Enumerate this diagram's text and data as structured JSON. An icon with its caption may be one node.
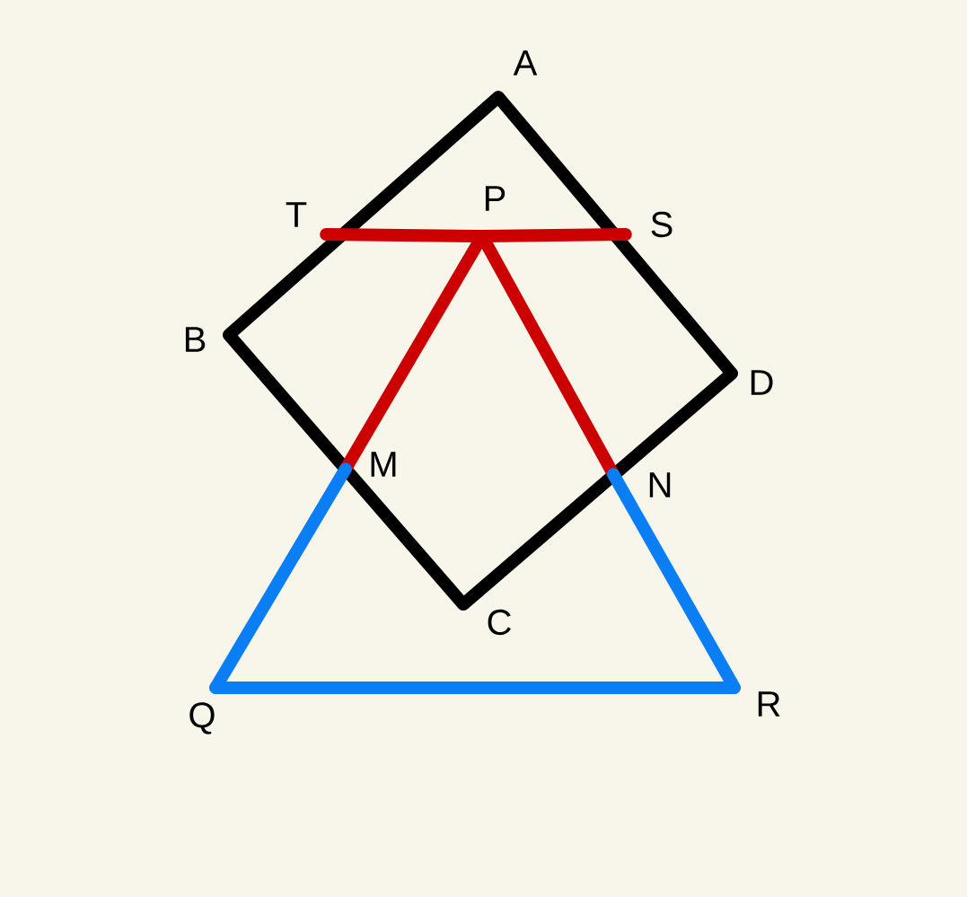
{
  "diagram": {
    "nodes": [
      {
        "text": [
          "A"
        ]
      },
      {
        "text": [
          "B"
        ]
      },
      {
        "text": [
          "C"
        ]
      },
      {
        "text": [
          "D"
        ]
      },
      {
        "text": [
          "T"
        ]
      },
      {
        "text": [
          "P"
        ]
      },
      {
        "text": [
          "S"
        ]
      },
      {
        "text": [
          "M"
        ]
      },
      {
        "text": [
          "N"
        ]
      },
      {
        "text": [
          "Q"
        ]
      },
      {
        "text": [
          "R"
        ]
      }
    ],
    "edges": [
      {
        "from": 0,
        "to": 1,
        "arrow": "none",
        "color": "#000000"
      },
      {
        "from": 1,
        "to": 2,
        "arrow": "none",
        "color": "#000000"
      },
      {
        "from": 2,
        "to": 3,
        "arrow": "none",
        "color": "#000000"
      },
      {
        "from": 3,
        "to": 0,
        "arrow": "none",
        "color": "#000000"
      },
      {
        "from": 4,
        "to": 5,
        "arrow": "none",
        "color": "#cc0000"
      },
      {
        "from": 5,
        "to": 6,
        "arrow": "none",
        "color": "#cc0000"
      },
      {
        "from": 5,
        "to": 7,
        "arrow": "none",
        "color": "#cc0000"
      },
      {
        "from": 5,
        "to": 8,
        "arrow": "none",
        "color": "#cc0000"
      },
      {
        "from": 7,
        "to": 9,
        "arrow": "none",
        "color": "#0a7ef5"
      },
      {
        "from": 9,
        "to": 10,
        "arrow": "none",
        "color": "#0a7ef5"
      },
      {
        "from": 10,
        "to": 8,
        "arrow": "none",
        "color": "#0a7ef5"
      }
    ]
  }
}
